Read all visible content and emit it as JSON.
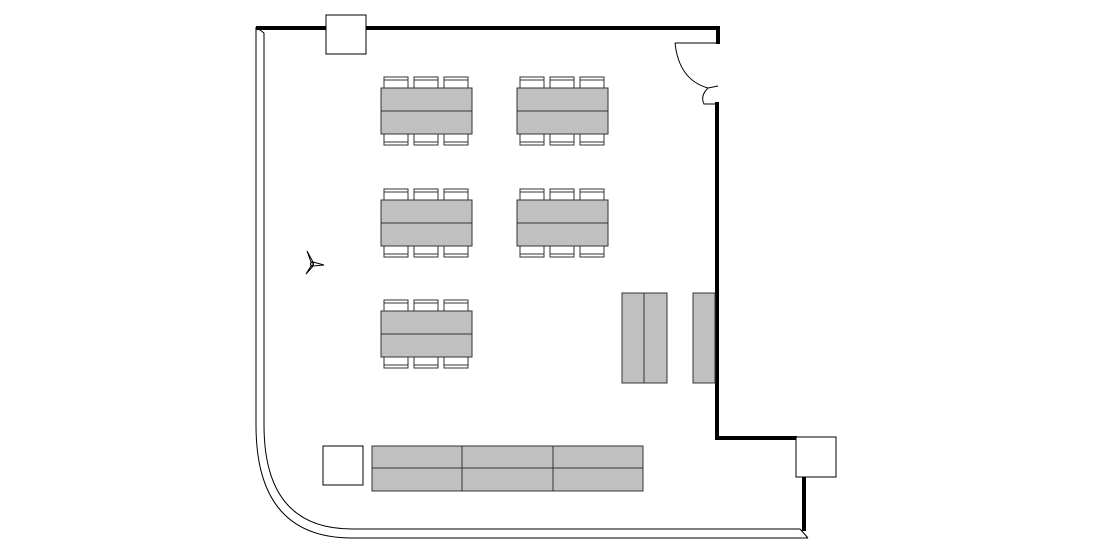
{
  "floor_plan": {
    "title": "",
    "colors": {
      "background": "#ffffff",
      "wall": "#000000",
      "furniture_fill": "#c0c0c0",
      "furniture_stroke": "#333333",
      "column_fill": "#ffffff"
    },
    "table_groups": [
      {
        "name": "table-group-1",
        "chairs_per_side": 3
      },
      {
        "name": "table-group-2",
        "chairs_per_side": 3
      },
      {
        "name": "table-group-3",
        "chairs_per_side": 3
      },
      {
        "name": "table-group-4",
        "chairs_per_side": 3
      },
      {
        "name": "table-group-5",
        "chairs_per_side": 3
      }
    ],
    "icons": [
      "door-icon",
      "ceiling-fan-icon",
      "column-icon"
    ]
  }
}
